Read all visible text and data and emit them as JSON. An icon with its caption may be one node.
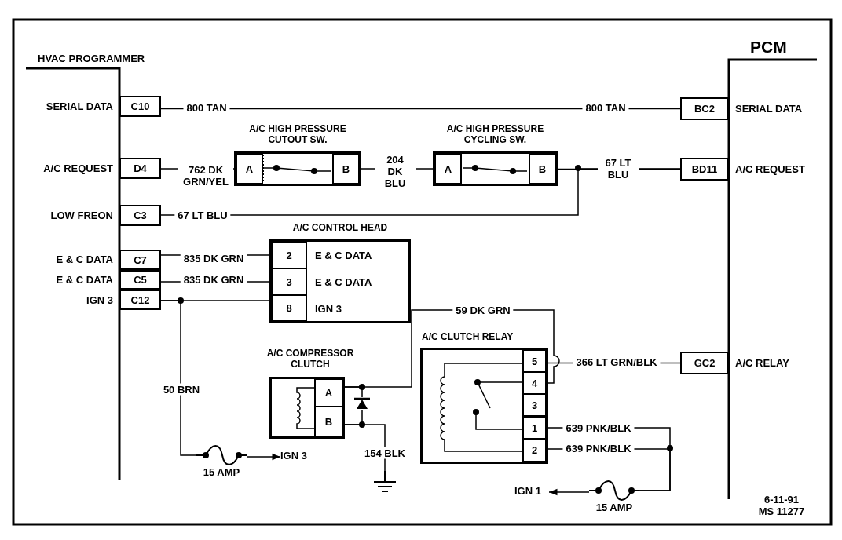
{
  "diagram": {
    "nodes": [
      {
        "text": [
          "HVAC PROGRAMMER"
        ]
      },
      {
        "text": [
          "C10"
        ],
        "in": 0,
        "beside": [
          "SERIAL DATA"
        ]
      },
      {
        "text": [
          "D4"
        ],
        "in": 0,
        "beside": [
          "A/C REQUEST"
        ]
      },
      {
        "text": [
          "C3"
        ],
        "in": 0,
        "beside": [
          "LOW FREON"
        ]
      },
      {
        "text": [
          "C7"
        ],
        "in": 0,
        "beside": [
          "E & C DATA"
        ]
      },
      {
        "text": [
          "C5"
        ],
        "in": 0,
        "beside": [
          "E & C DATA"
        ]
      },
      {
        "text": [
          "C12"
        ],
        "in": 0,
        "beside": [
          "IGN 3"
        ]
      },
      {
        "text": [
          "PCM"
        ]
      },
      {
        "text": [
          "BC2"
        ],
        "in": 7,
        "beside": [
          "SERIAL DATA"
        ]
      },
      {
        "text": [
          "BD11"
        ],
        "in": 7,
        "beside": [
          "A/C REQUEST"
        ]
      },
      {
        "text": [
          "GC2"
        ],
        "in": 7,
        "beside": [
          "A/C RELAY"
        ]
      },
      {
        "text": [
          "A/C HIGH PRESSURE CUTOUT SW."
        ]
      },
      {
        "text": [
          "A"
        ],
        "in": 11
      },
      {
        "text": [
          "B"
        ],
        "in": 11
      },
      {
        "text": [
          "A/C HIGH PRESSURE CYCLING SW."
        ]
      },
      {
        "text": [
          "A"
        ],
        "in": 14
      },
      {
        "text": [
          "B"
        ],
        "in": 14
      },
      {
        "text": [
          "A/C CONTROL HEAD"
        ]
      },
      {
        "text": [
          "2"
        ],
        "in": 17,
        "beside": [
          "E & C DATA"
        ]
      },
      {
        "text": [
          "3"
        ],
        "in": 17,
        "beside": [
          "E & C DATA"
        ]
      },
      {
        "text": [
          "8"
        ],
        "in": 17,
        "beside": [
          "IGN 3"
        ]
      },
      {
        "text": [
          "A/C COMPRESSOR CLUTCH"
        ]
      },
      {
        "text": [
          "A"
        ],
        "in": 21
      },
      {
        "text": [
          "B"
        ],
        "in": 21
      },
      {
        "text": [
          "A/C CLUTCH RELAY"
        ]
      },
      {
        "text": [
          "5"
        ],
        "in": 24
      },
      {
        "text": [
          "4"
        ],
        "in": 24
      },
      {
        "text": [
          "3"
        ],
        "in": 24
      },
      {
        "text": [
          "1"
        ],
        "in": 24
      },
      {
        "text": [
          "2"
        ],
        "in": 24
      },
      {
        "text": [
          "IGN 3"
        ]
      },
      {
        "text": [
          "IGN 1"
        ]
      },
      {
        "text": [
          "15 AMP"
        ]
      },
      {
        "text": [
          "15 AMP"
        ]
      },
      {
        "text": [],
        "shape": "ground"
      },
      {
        "text": [],
        "shape": "diode"
      }
    ],
    "edges": [
      {
        "from": 1,
        "to": 8,
        "arrow": "none",
        "label": "800 TAN"
      },
      {
        "from": 2,
        "to": 12,
        "arrow": "none",
        "label": "762 DK GRN/YEL"
      },
      {
        "from": 13,
        "to": 15,
        "arrow": "none",
        "label": "204 DK BLU"
      },
      {
        "from": 16,
        "to": 9,
        "arrow": "none",
        "label": "67 LT BLU"
      },
      {
        "from": 3,
        "to": 9,
        "arrow": "none",
        "label": "67 LT BLU"
      },
      {
        "from": 4,
        "to": 18,
        "arrow": "none",
        "label": "835 DK GRN"
      },
      {
        "from": 5,
        "to": 19,
        "arrow": "none",
        "label": "835 DK GRN"
      },
      {
        "from": 6,
        "to": 20,
        "arrow": "none"
      },
      {
        "from": 6,
        "to": 32,
        "arrow": "none",
        "label": "50 BRN"
      },
      {
        "from": 32,
        "to": 30,
        "arrow": "to"
      },
      {
        "from": 22,
        "to": 26,
        "arrow": "none",
        "label": "59 DK GRN"
      },
      {
        "from": 25,
        "to": 10,
        "arrow": "none",
        "label": "366 LT GRN/BLK"
      },
      {
        "from": 28,
        "to": 33,
        "arrow": "none",
        "label": "639 PNK/BLK"
      },
      {
        "from": 29,
        "to": 33,
        "arrow": "none",
        "label": "639 PNK/BLK"
      },
      {
        "from": 33,
        "to": 31,
        "arrow": "to"
      },
      {
        "from": 23,
        "to": 34,
        "arrow": "none",
        "label": "154 BLK"
      },
      {
        "from": 22,
        "to": 35,
        "arrow": "none"
      },
      {
        "from": 35,
        "to": 23,
        "arrow": "none"
      }
    ],
    "labels": [
      "800 TAN",
      "6-11-91 MS 11277"
    ]
  }
}
